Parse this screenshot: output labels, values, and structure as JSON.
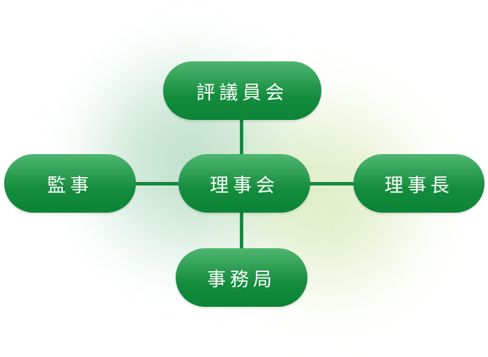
{
  "nodes": {
    "council": "評議員会",
    "board": "理事会",
    "auditor": "監事",
    "chairman": "理事長",
    "secretariat": "事務局"
  },
  "colors": {
    "node": "#148c3d",
    "connector": "#16893f"
  }
}
